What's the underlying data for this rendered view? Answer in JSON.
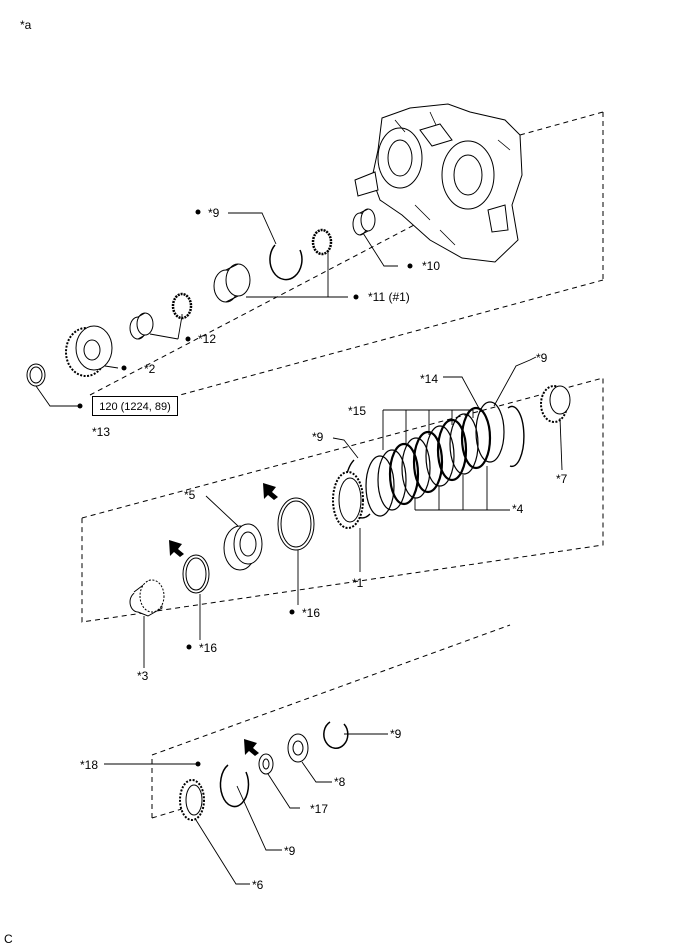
{
  "view_label": "*a",
  "footer_code": "C",
  "torque_spec": "120 (1224, 89)",
  "labels": {
    "l1": "*1",
    "l2": "*2",
    "l3": "*3",
    "l4": "*4",
    "l5": "*5",
    "l6": "*6",
    "l7": "*7",
    "l8": "*8",
    "l9a": "*9",
    "l9b": "*9",
    "l9c": "*9",
    "l9d": "*9",
    "l9e": "*9",
    "l10": "*10",
    "l11": "*11 (#1)",
    "l12": "*12",
    "l13": "*13",
    "l14": "*14",
    "l15": "*15",
    "l16a": "*16",
    "l16b": "*16",
    "l17": "*17",
    "l18": "*18"
  },
  "colors": {
    "ink": "#000000",
    "paper": "#ffffff",
    "shade": "#9a9a9a"
  }
}
